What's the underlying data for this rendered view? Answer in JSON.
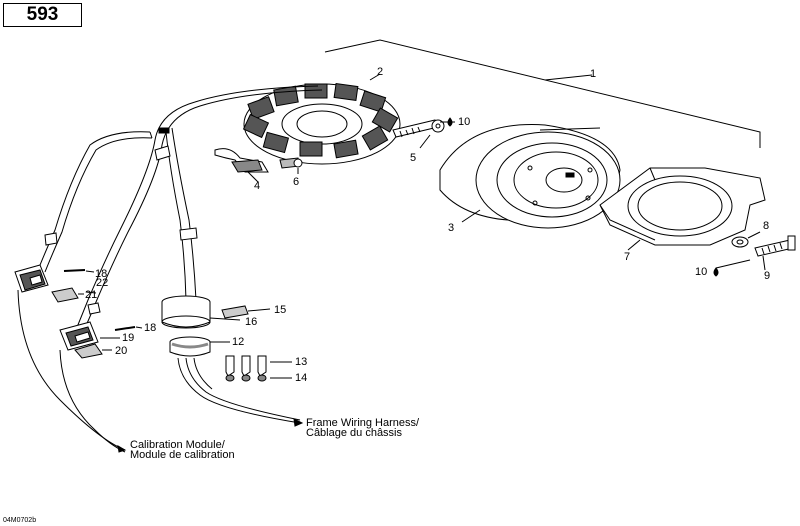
{
  "page_number": "593",
  "doc_code": "04M0702b",
  "callouts": [
    "1",
    "2",
    "3",
    "4",
    "5",
    "6",
    "7",
    "8",
    "9",
    "10",
    "10",
    "12",
    "13",
    "14",
    "15",
    "16",
    "18",
    "18",
    "19",
    "20",
    "21",
    "22"
  ],
  "notes": {
    "frame_harness_en": "Frame Wiring Harness/",
    "frame_harness_fr": "Câblage du châssis",
    "calibration_en": "Calibration Module/",
    "calibration_fr": "Module de calibration"
  },
  "colors": {
    "ink": "#000000",
    "paper": "#ffffff",
    "shade": "#9a9a9a",
    "light_shade": "#d8d8d8"
  }
}
